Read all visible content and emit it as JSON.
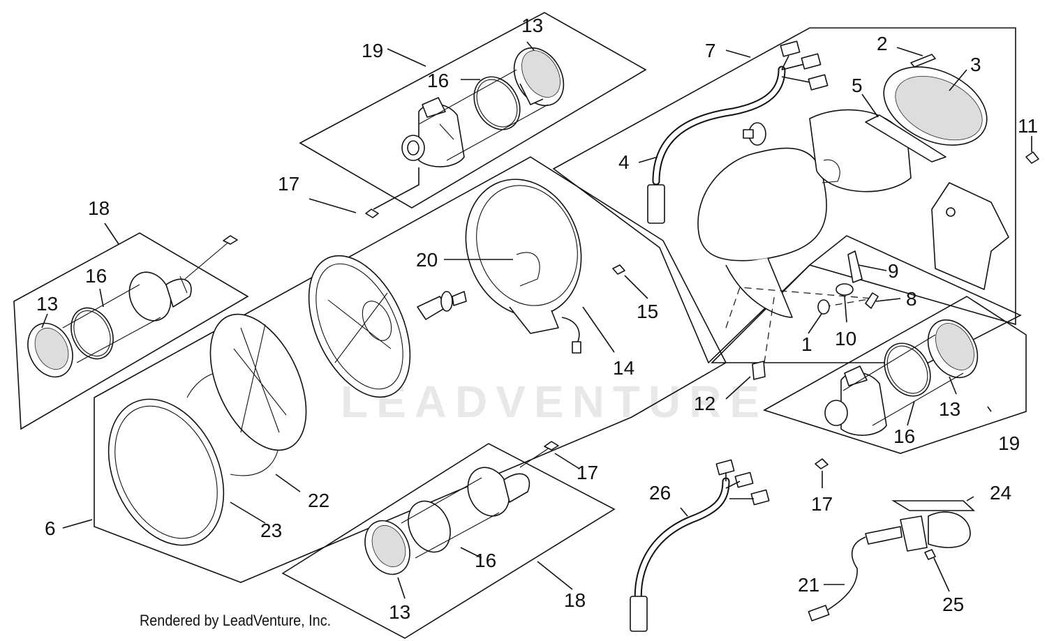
{
  "watermark": "LEADVENTURE",
  "credit": "Rendered by LeadVenture, Inc.",
  "callouts": {
    "c1": "1",
    "c2": "2",
    "c3": "3",
    "c4": "4",
    "c5": "5",
    "c6": "6",
    "c7": "7",
    "c8": "8",
    "c9": "9",
    "c10": "10",
    "c11": "11",
    "c12": "12",
    "c13_top": "13",
    "c13_left": "13",
    "c13_right": "13",
    "c13_bottom": "13",
    "c14": "14",
    "c15": "15",
    "c16_top": "16",
    "c16_left": "16",
    "c16_right": "16",
    "c16_bottom": "16",
    "c17_top": "17",
    "c17_right": "17",
    "c17_bottom": "17",
    "c18_left": "18",
    "c18_bottom": "18",
    "c19_top": "19",
    "c19_right": "19",
    "c20": "20",
    "c21": "21",
    "c22": "22",
    "c23": "23",
    "c24": "24",
    "c25": "25",
    "c26": "26"
  }
}
